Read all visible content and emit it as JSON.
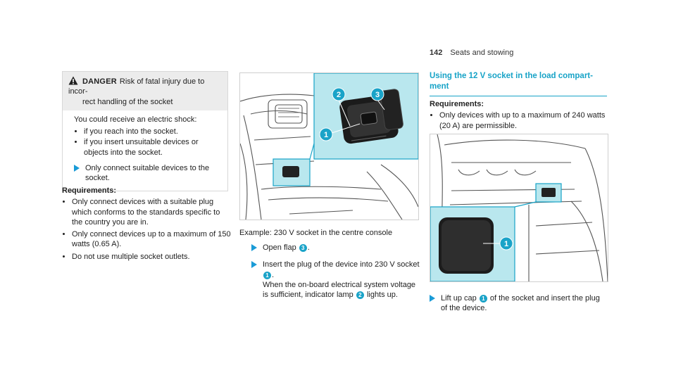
{
  "header": {
    "page_number": "142",
    "section": "Seats and stowing"
  },
  "danger": {
    "label": "DANGER",
    "text_line1": "Risk of fatal injury due to incor-",
    "text_line2": "rect handling of the socket",
    "intro": "You could receive an electric shock:",
    "bullets": [
      "if you reach into the socket.",
      "if you insert unsuitable devices or objects into the socket."
    ],
    "step": "Only connect suitable devices to the socket."
  },
  "requirements_left": {
    "title": "Requirements:",
    "items": [
      "Only connect devices with a suitable plug which conforms to the standards specific to the country you are in.",
      "Only connect devices up to a maximum of 150 watts (0.65 A).",
      "Do not use multiple socket outlets."
    ]
  },
  "figure1": {
    "caption": "Example: 230 V socket in the centre console",
    "badges": [
      "1",
      "2",
      "3"
    ]
  },
  "steps_mid": {
    "step1_text": "Open flap",
    "step1_ref": "3",
    "step2_a": "Insert the plug of the device into 230 V socket",
    "step2_ref1": "1",
    "step2_b": "When the on-board electrical system voltage is sufficient, indicator lamp",
    "step2_ref2": "2",
    "step2_c": "lights up."
  },
  "section_right": {
    "title_line1": "Using the 12 V socket in the load compart-",
    "title_line2": "ment",
    "req_title": "Requirements:",
    "req_item": "Only devices with up to a maximum of 240 watts (20 A) are permissible.",
    "figure_badge": "1",
    "step_a": "Lift up cap",
    "step_ref": "1",
    "step_b": "of the socket and insert the plug of the device."
  },
  "colors": {
    "accent": "#17a3c7",
    "highlight_panel": "#b9e7ee",
    "arrow": "#1a9bd7"
  }
}
